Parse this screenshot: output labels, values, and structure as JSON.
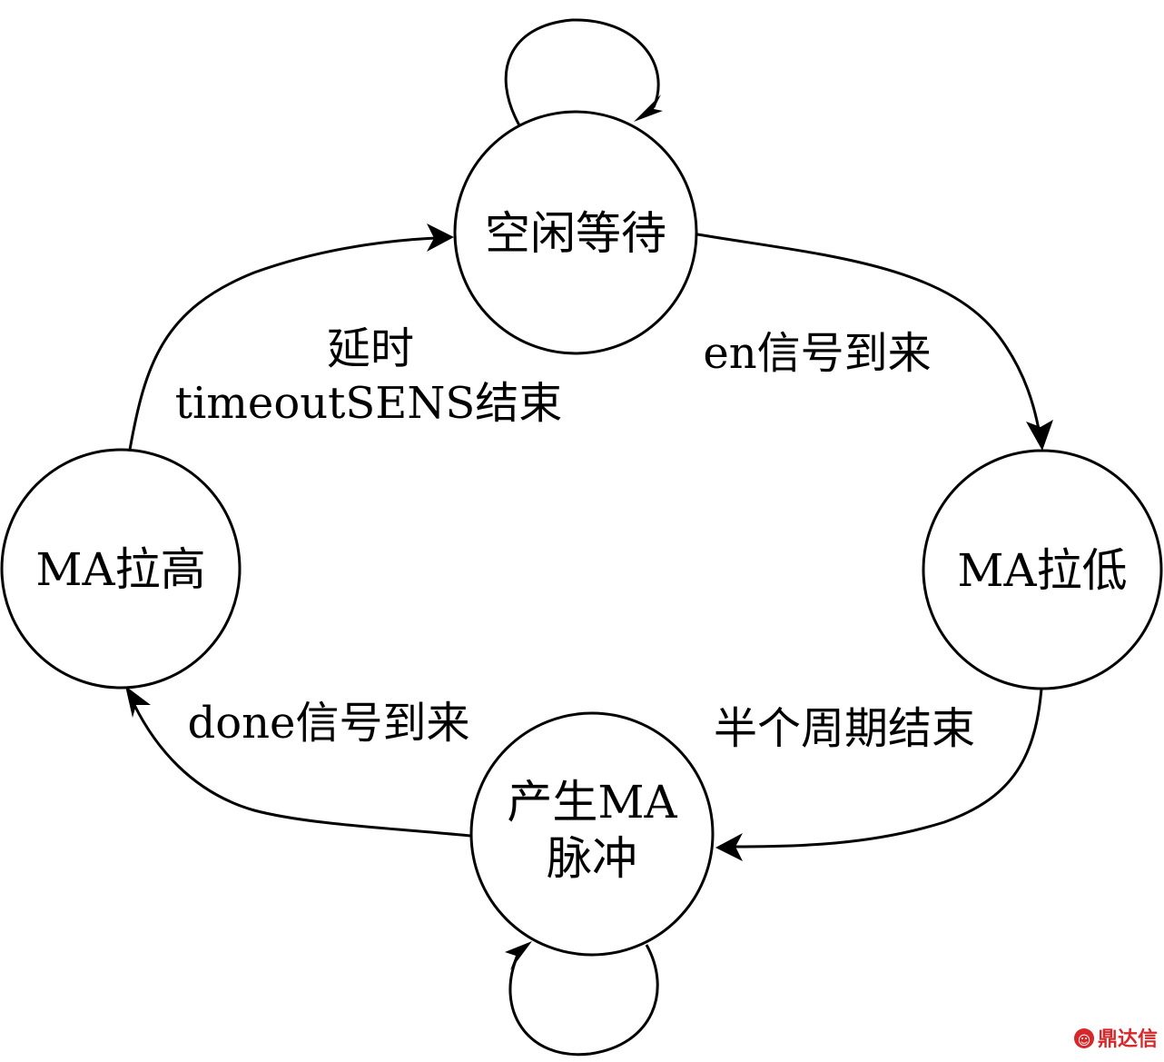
{
  "states": {
    "idle": {
      "label": "空闲等待"
    },
    "ma_low": {
      "label": "MA拉低"
    },
    "pulse": {
      "line1": "产生MA",
      "line2": "脉冲"
    },
    "ma_high": {
      "label": "MA拉高"
    }
  },
  "transitions": {
    "idle_to_low": "en信号到来",
    "low_to_pulse": "半个周期结束",
    "pulse_to_high": "done信号到来",
    "high_to_idle": {
      "line1": "延时",
      "line2": "timeoutSENS结束"
    }
  },
  "watermark": {
    "text": "鼎达信",
    "color": "#d6282a"
  },
  "colors": {
    "stroke": "#000000",
    "background": "#ffffff"
  }
}
